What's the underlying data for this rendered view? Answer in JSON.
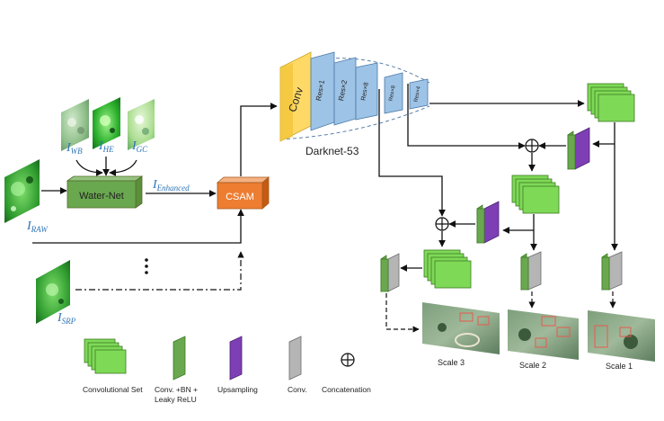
{
  "inputs": {
    "wb": {
      "main": "I",
      "sub": "WB"
    },
    "he": {
      "main": "I",
      "sub": "HE"
    },
    "gc": {
      "main": "I",
      "sub": "GC"
    },
    "raw": {
      "main": "I",
      "sub": "RAW"
    },
    "srp": {
      "main": "I",
      "sub": "SRP"
    },
    "enhanced": {
      "main": "I",
      "sub": "Enhanced"
    }
  },
  "modules": {
    "waternet": "Water-Net",
    "csam": "CSAM",
    "backbone_title": "Darknet-53",
    "conv": "Conv",
    "res": [
      "Res×1",
      "Res×2",
      "Res×8",
      "Res×8",
      "Res×4"
    ]
  },
  "outputs": {
    "scale3": "Scale 3",
    "scale2": "Scale 2",
    "scale1": "Scale 1"
  },
  "legend": {
    "conv_set": "Convolutional Set",
    "conv_bn_1": "Conv. +BN +",
    "conv_bn_2": "Leaky ReLU",
    "upsampling": "Upsampling",
    "conv": "Conv.",
    "concat": "Concatenation"
  },
  "colors": {
    "green_block": "#7ed957",
    "green_dark": "#6aa84f",
    "purple": "#7e3fb5",
    "gray": "#b5b5b5",
    "orange": "#ed7d31",
    "yellow": "#ffd966",
    "blue": "#9dc3e6",
    "accent_text": "#2f74b5"
  }
}
